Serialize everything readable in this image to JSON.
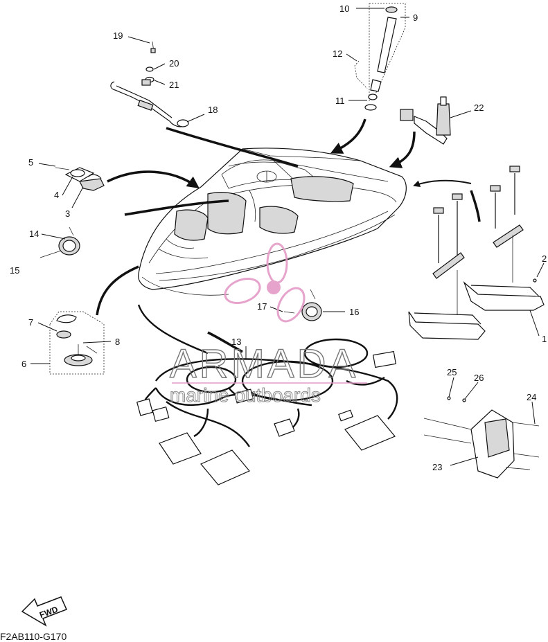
{
  "diagram": {
    "part_code": "F2AB110-G170",
    "fwd_label": "FWD",
    "watermark": {
      "brand": "ARMADA",
      "tagline": "marine outboards"
    },
    "callouts": [
      "1",
      "2",
      "3",
      "4",
      "5",
      "6",
      "7",
      "8",
      "9",
      "10",
      "11",
      "12",
      "13",
      "14",
      "15",
      "16",
      "17",
      "18",
      "19",
      "20",
      "21",
      "22",
      "23",
      "24",
      "25",
      "26"
    ]
  }
}
